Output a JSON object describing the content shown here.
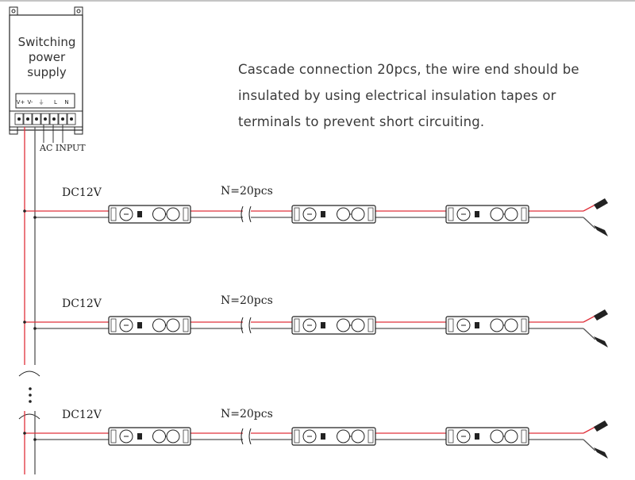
{
  "power_supply": {
    "label_lines": [
      "Switching",
      "power",
      "supply"
    ],
    "terminal_labels": [
      "V+",
      "V-",
      "⏚",
      "L",
      "N"
    ],
    "input_label": "AC INPUT"
  },
  "note": {
    "lines": [
      "Cascade connection 20pcs, the wire end should be",
      "insulated by using electrical insulation tapes or",
      "terminals to prevent short circuiting."
    ]
  },
  "rows": [
    {
      "voltage_label": "DC12V",
      "count_label": "N=20pcs"
    },
    {
      "voltage_label": "DC12V",
      "count_label": "N=20pcs"
    },
    {
      "voltage_label": "DC12V",
      "count_label": "N=20pcs"
    }
  ],
  "colors": {
    "positive_wire": "#e0303a",
    "negative_wire": "#555555",
    "outline": "#222222"
  }
}
